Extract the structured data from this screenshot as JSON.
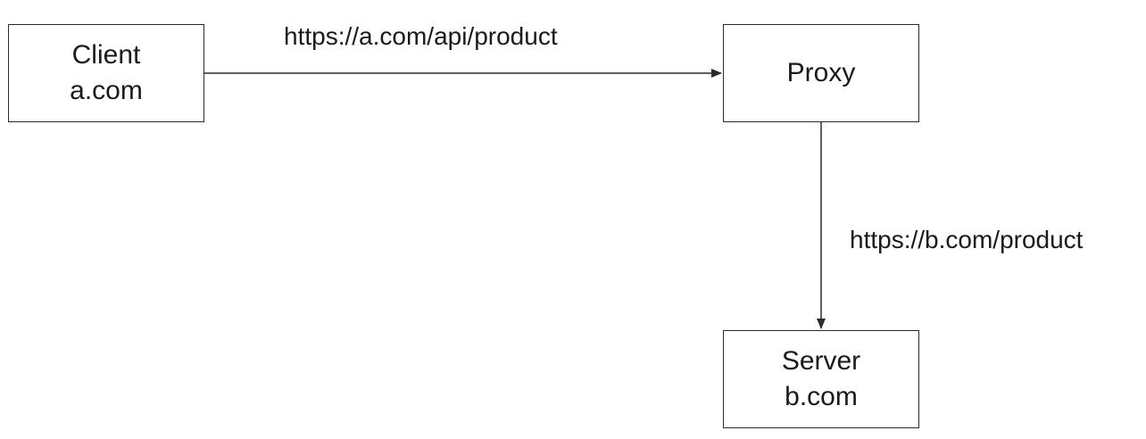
{
  "diagram": {
    "nodes": {
      "client": {
        "line1": "Client",
        "line2": "a.com"
      },
      "proxy": {
        "line1": "Proxy"
      },
      "server": {
        "line1": "Server",
        "line2": "b.com"
      }
    },
    "edges": {
      "client_to_proxy": {
        "label": "https://a.com/api/product"
      },
      "proxy_to_server": {
        "label": "https://b.com/product"
      }
    },
    "colors": {
      "stroke": "#2b2b2b",
      "text": "#1a1a1a",
      "background": "#ffffff"
    }
  }
}
